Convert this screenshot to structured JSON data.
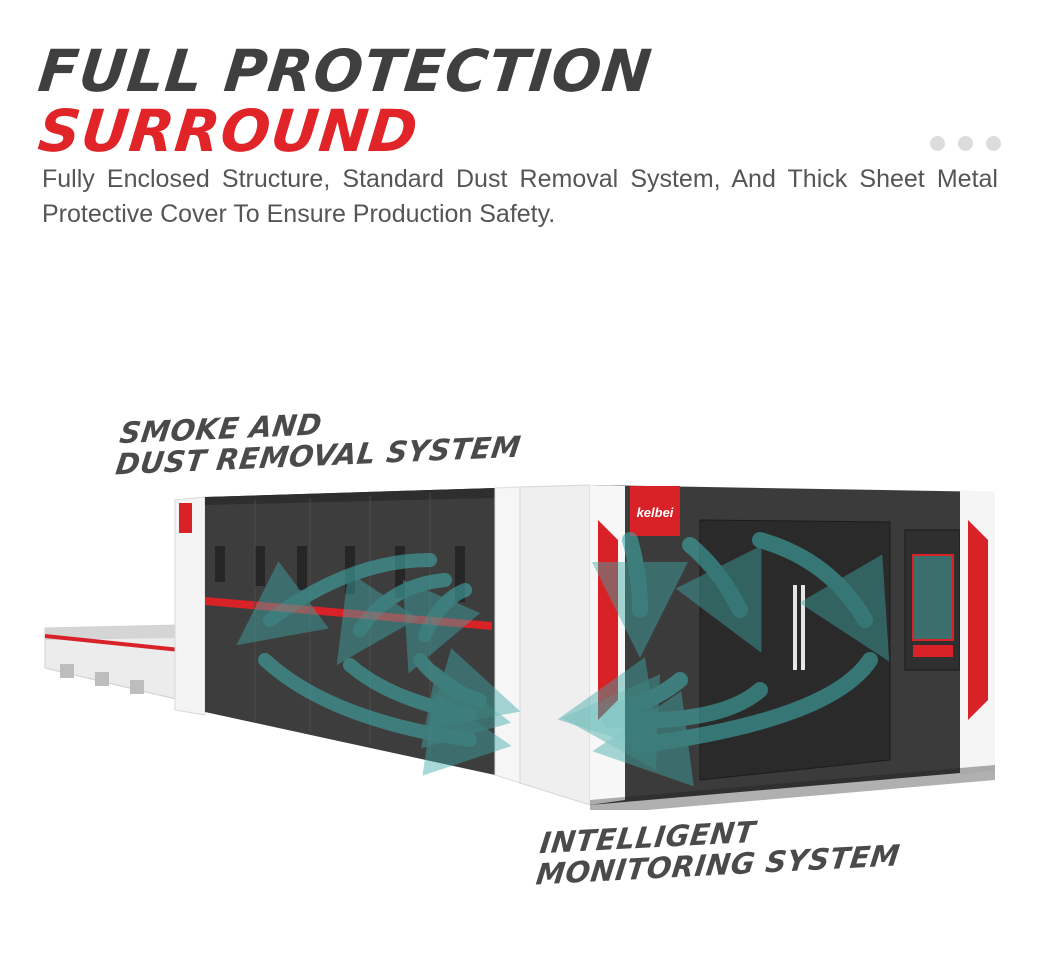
{
  "heading": {
    "line1": "FULL PROTECTION",
    "line2": "SURROUND",
    "line2_color": "#e02428"
  },
  "description": "Fully Enclosed Structure, Standard Dust Removal System, And Thick Sheet Metal Protective Cover To Ensure Production Safety.",
  "carousel_dots": 3,
  "callouts": {
    "smoke": {
      "line1": "SMOKE AND",
      "line2": "DUST REMOVAL SYSTEM"
    },
    "monitoring": {
      "line1": "INTELLIGENT",
      "line2": "MONITORING SYSTEM"
    }
  },
  "machine": {
    "brand": "kelbei",
    "colors": {
      "body": "#3d3d3d",
      "frame": "#f2f2f2",
      "accent": "#d92128",
      "arrows": "#3fa9a6"
    }
  }
}
